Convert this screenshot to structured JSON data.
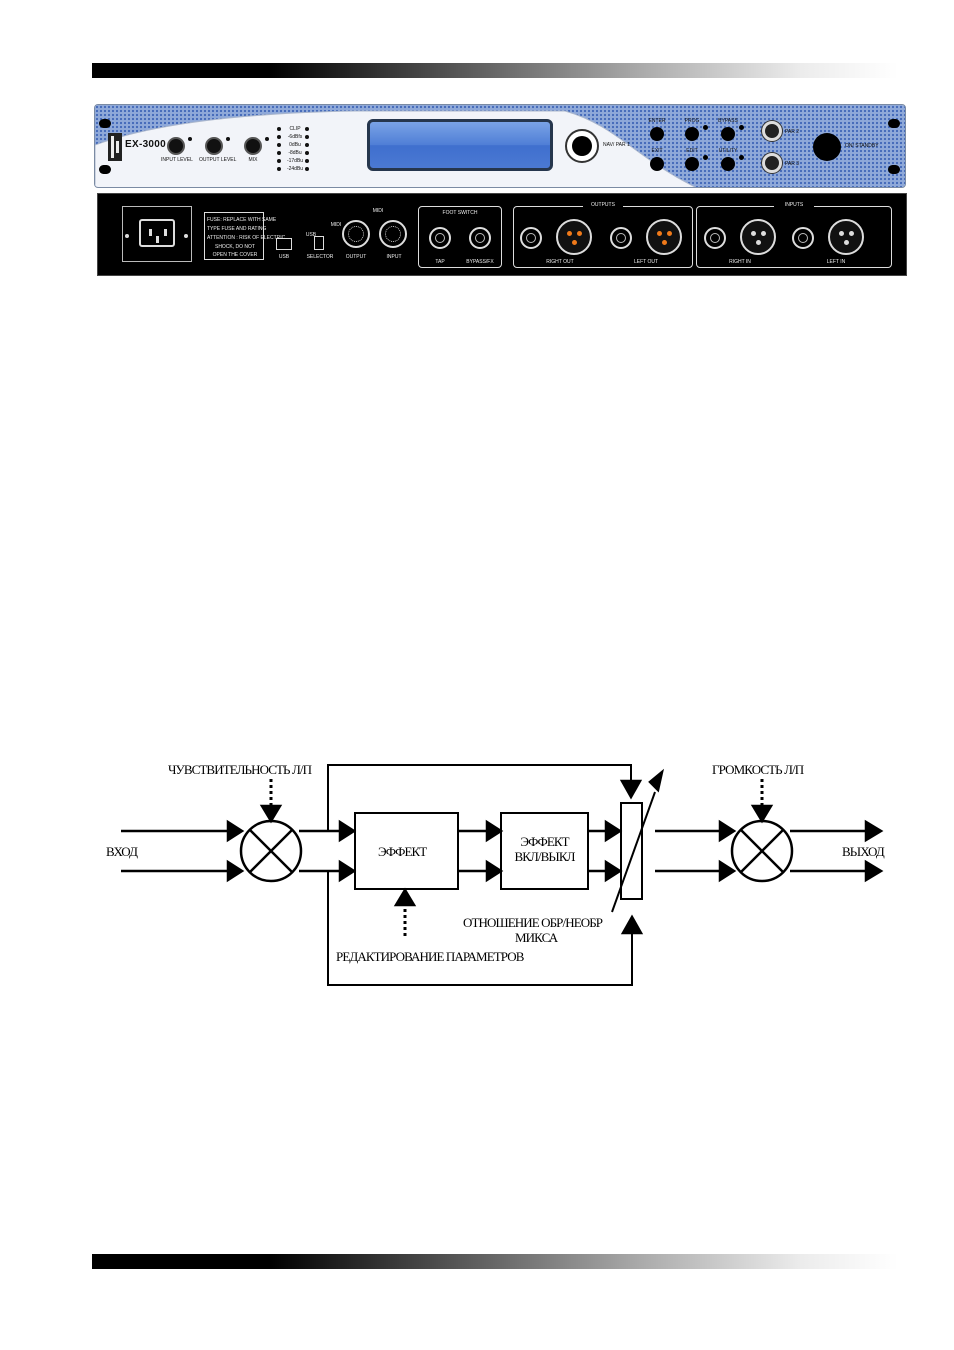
{
  "device": {
    "model": "EX-3000",
    "front": {
      "knobs": [
        "INPUT LEVEL",
        "OUTPUT LEVEL",
        "MIX"
      ],
      "meter": [
        "CLIP",
        "-6dBfs",
        "0dBu",
        "-8dBu",
        "-17dBu",
        "-24dBu"
      ],
      "nav": "NAV/ PAR 1",
      "buttons": [
        "ENTER",
        "PROG",
        "BYPASS",
        "EXIT",
        "EDIT",
        "UTILITY"
      ],
      "par": [
        "PAR 2",
        "PAR 3"
      ],
      "power": "ON/ STANDBY"
    },
    "rear": {
      "fuse_lines": [
        "FUSE: REPLACE WITH SAME",
        "TYPE FUSE AND RATING",
        "ATTENTION : RISK OF ELECTRIC",
        "SHOCK, DO NOT",
        "OPEN THE COVER"
      ],
      "usb": "USB",
      "selector_top": "MIDI",
      "selector_left": "USB",
      "selector": "SELECTOR",
      "midi": "MIDI",
      "midi_out": "OUTPUT",
      "midi_in": "INPUT",
      "foot_switch": "FOOT SWITCH",
      "tap": "TAP",
      "bypass_fx": "BYPASS/FX",
      "outputs": "OUTPUTS",
      "right_out": "RIGHT OUT",
      "left_out": "LEFT OUT",
      "inputs": "INPUTS",
      "right_in": "RIGHT IN",
      "left_in": "LEFT IN"
    }
  },
  "diagram": {
    "input_sensitivity": "ЧУВСТВИТЕЛЬНОСТЬ Л/П",
    "output_volume": "ГРОМКОСТЬ Л/П",
    "input": "ВХОД",
    "output": "ВЫХОД",
    "effect": "ЭФФЕКТ",
    "effect_toggle_line1": "ЭФФЕКТ",
    "effect_toggle_line2": "ВКЛ/ВЫКЛ",
    "mix_ratio_line1": "ОТНОШЕНИЕ ОБР/НЕОБР",
    "mix_ratio_line2": "МИКСА",
    "param_edit": "РЕДАКТИРОВАНИЕ ПАРАМЕТРОВ"
  }
}
